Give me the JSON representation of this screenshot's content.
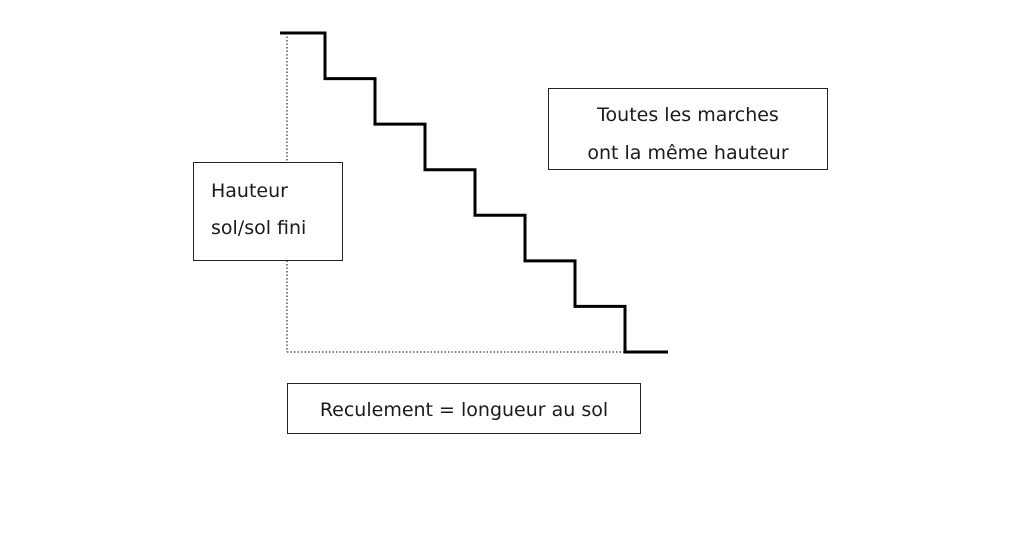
{
  "diagram": {
    "stair_step_count": 7,
    "colors": {
      "stair": "#000000",
      "dotted_guides": "#555555",
      "box_border": "#222222",
      "text": "#1a1a1a",
      "background": "#ffffff"
    }
  },
  "labels": {
    "height": {
      "line1": "Hauteur",
      "line2": "sol/sol fini"
    },
    "steps": {
      "line1": "Toutes les marches",
      "line2": "ont la même hauteur"
    },
    "setback": "Reculement = longueur au sol"
  }
}
